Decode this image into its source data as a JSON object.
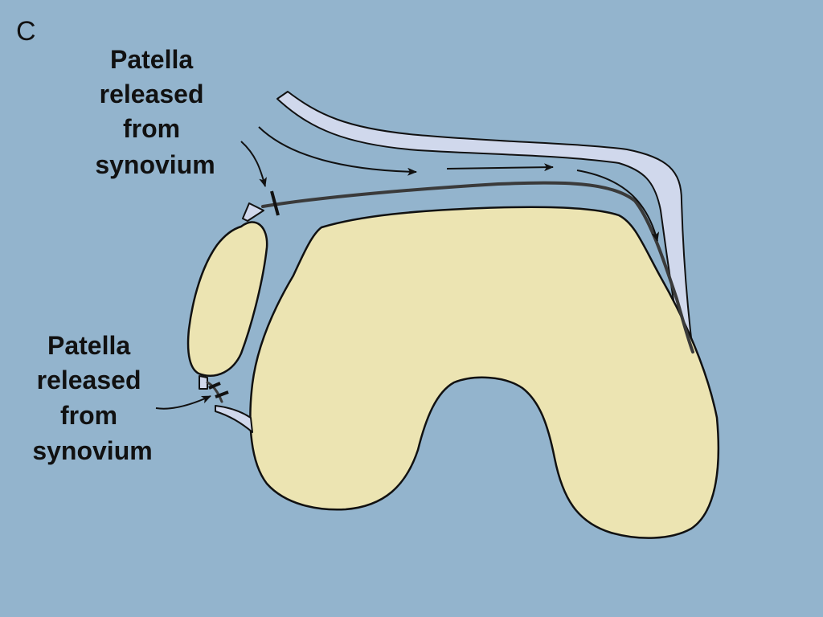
{
  "panel_letter": "C",
  "labels": {
    "upper": {
      "lines": [
        "Patella",
        "released",
        "from",
        "synovium"
      ]
    },
    "lower": {
      "lines": [
        "Patella",
        "released",
        "from",
        "synovium"
      ]
    }
  },
  "colors": {
    "background": "#93b4cd",
    "bone": "#ece4b2",
    "outline": "#111111",
    "synovium_membrane": "#d0d8ec",
    "synovium_line": "#3a3a3a",
    "arrow": "#111111"
  }
}
